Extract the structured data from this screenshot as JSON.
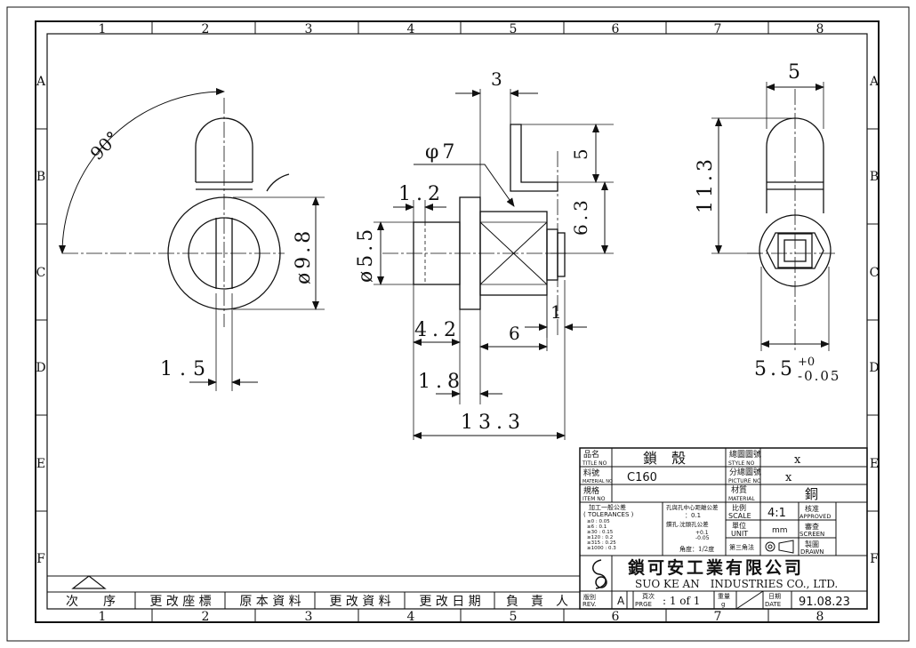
{
  "frame": {
    "columns": [
      "1",
      "2",
      "3",
      "4",
      "5",
      "6",
      "7",
      "8"
    ],
    "rows": [
      "A",
      "B",
      "C",
      "D",
      "E",
      "F"
    ]
  },
  "front_view": {
    "angle": "90°",
    "dia": "ø9.8",
    "slot": "1.5"
  },
  "side_view": {
    "top": "3",
    "phi": "φ7",
    "d12": "1.2",
    "dia55": "ø5.5",
    "h5": "5",
    "h63": "6.3",
    "d1": "1",
    "d42": "4.2",
    "d6": "6",
    "d18": "1.8",
    "d133": "13.3"
  },
  "right_view": {
    "w5": "5",
    "h113": "11.3",
    "w55": "5.5",
    "tol_plus": "+0",
    "tol_minus": "-0.05"
  },
  "revision_table": {
    "triangle_label": "",
    "headers": [
      "次　　序",
      "更 改 座 標",
      "原 本 資 料",
      "更 改 資 料",
      "更 改 日 期",
      "負　責　人"
    ]
  },
  "title_block": {
    "title_label": "品名",
    "title_label_en": "TITLE NO",
    "title_value": "鎖　殼",
    "material_no_label": "料號",
    "material_no_label_en": "MATERIAL NO",
    "material_no_value": "C160",
    "item_label": "規格",
    "item_label_en": "ITEM NO",
    "style_label": "總圖圖號",
    "style_label_en": "STYLE NO",
    "style_value": "x",
    "picture_label": "分總圖號",
    "picture_label_en": "PICTURE NO",
    "picture_value": "x",
    "material_label": "材質",
    "material_label_en": "MATERIAL",
    "material_value": "銅",
    "tol_title": "加工一般公差",
    "tol_en": "( TOLERANCES )",
    "tol_rows": [
      "≥0   : 0.05",
      "≥6   : 0.1",
      "≥30  : 0.15",
      "≥120 : 0.2",
      "≥315 : 0.25",
      "≥1000 : 0.3"
    ],
    "hole_center": "孔與孔中心距離公差",
    "hole_center_val": "：0.1",
    "hole_tol": "鑽孔.沈頭孔公差",
    "hole_tol_plus": "+0.1",
    "hole_tol_minus": "-0.05",
    "angle_tol": "角度：1/2度",
    "scale_label": "比例",
    "scale_label_en": "SCALE",
    "scale_value": "4:1",
    "unit_label": "單位",
    "unit_label_en": "UNIT",
    "unit_value": "mm",
    "third_label": "第三角法",
    "approved_label": "核准",
    "approved_en": "APPROVED",
    "screen_label": "審查",
    "screen_en": "SCREEN",
    "drawn_label": "製圖",
    "drawn_en": "DRAWN",
    "company_cn": "鎖可安工業有限公司",
    "company_en": "SUO KE AN　INDUSTRIES CO., LTD.",
    "rev_label": "版別",
    "rev_label_en": "REV.",
    "rev_value": "A",
    "page_label": "頁次",
    "page_label_en": "PRGE",
    "page_value": ": 1 of 1",
    "weight_label": "重量",
    "weight_unit": "g",
    "date_label": "日期",
    "date_label_en": "DATE",
    "date_value": "91.08.23"
  }
}
